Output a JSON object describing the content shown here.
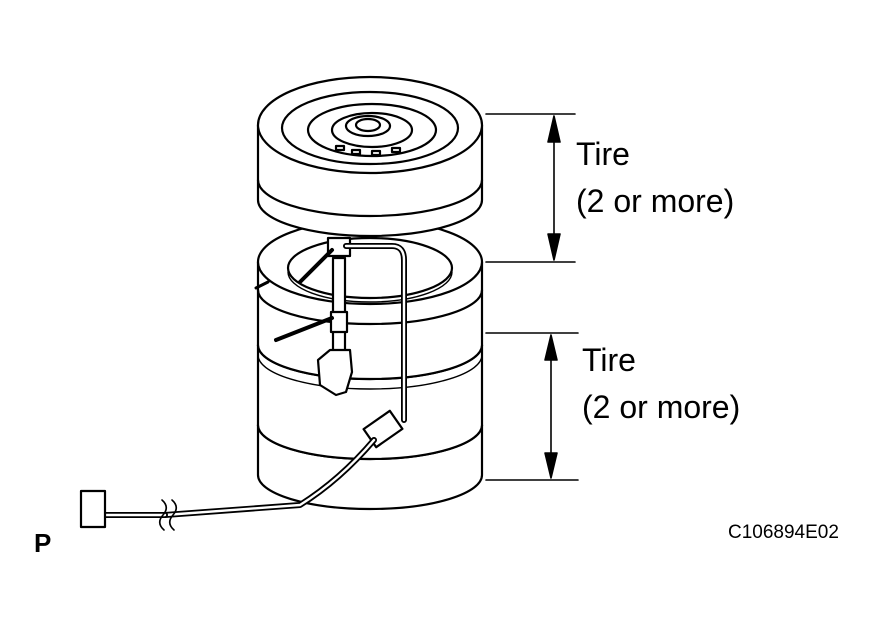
{
  "labels": {
    "top_tire": "Tire",
    "top_count": "(2 or more)",
    "bottom_tire": "Tire",
    "bottom_count": "(2 or more)",
    "p_marker": "P",
    "figure_code": "C106894E02"
  },
  "colors": {
    "line": "#000000",
    "background": "#ffffff"
  }
}
